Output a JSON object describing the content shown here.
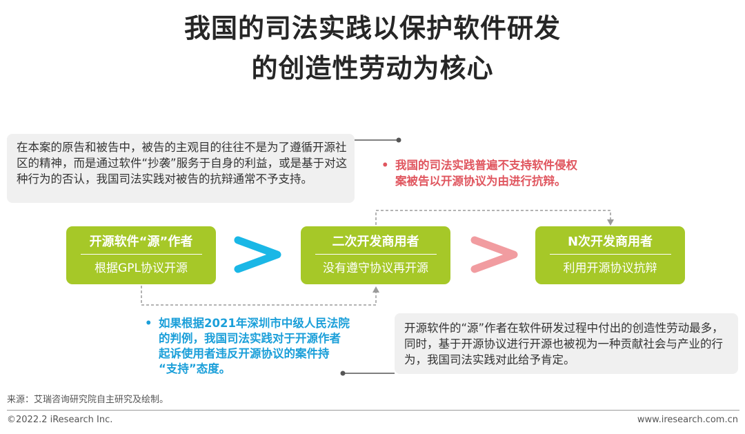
{
  "title": {
    "line1": "我国的司法实践以保护软件研发",
    "line2": "的创造性劳动为核心"
  },
  "top_left_text": "在本案的原告和被告中，被告的主观目的往往不是为了遵循开源社区的精神，而是通过软件“抄袭”服务于自身的利益，或是基于对这种行为的否认，我国司法实践对被告的抗辩通常不予支持。",
  "pink_note": {
    "bullet": "•",
    "line1": "我国的司法实践普遍不支持软件侵权",
    "line2": "案被告以开源协议为由进行抗辩。"
  },
  "boxes": [
    {
      "head": "开源软件“源”作者",
      "sub": "根据GPL协议开源"
    },
    {
      "head": "二次开发商用者",
      "sub": "没有遵守协议再开源"
    },
    {
      "head": "N次开发商用者",
      "sub": "利用开源协议抗辩"
    }
  ],
  "blue_note": {
    "bullet": "•",
    "lines": [
      "如果根据2021年深圳市中级人民法院",
      "的判例，我国司法实践对于开源作者",
      "起诉使用者违反开源协议的案件持",
      "“支持”态度。"
    ]
  },
  "bottom_right_text": "开源软件的“源”作者在软件研发过程中付出的创造性劳动最多，同时，基于开源协议进行开源也被视为一种贡献社会与产业的行为，我国司法实践对此给予肯定。",
  "source": "来源：艾瑞咨询研究院自主研究及绘制。",
  "copyright": "©2022.2 iResearch Inc.",
  "website": "www.iresearch.com.cn",
  "colors": {
    "green": "#a6c828",
    "blue_chevron": "#1ab7e6",
    "pink_chevron": "#f19ca0",
    "pink_text": "#e0565f",
    "blue_text": "#1b9fd9"
  }
}
